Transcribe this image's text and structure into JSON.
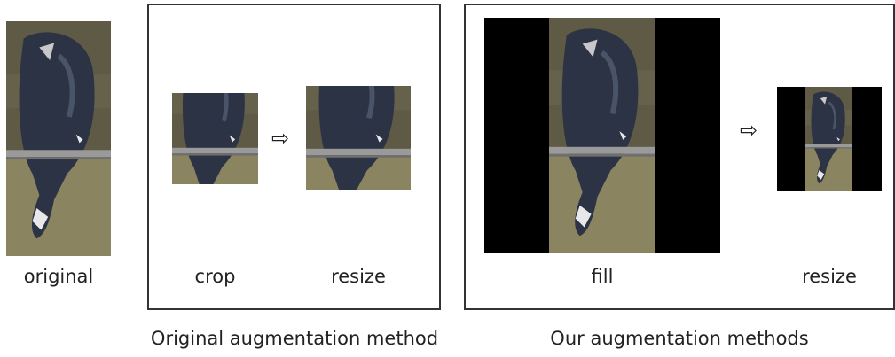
{
  "original": {
    "label": "original"
  },
  "panel_original": {
    "crop_label": "crop",
    "resize_label": "resize",
    "arrow": "⇨",
    "caption": "Original augmentation method"
  },
  "panel_ours": {
    "fill_label": "fill",
    "resize_label": "resize",
    "arrow": "⇨",
    "caption": "Our augmentation methods"
  },
  "colors": {
    "ground": "#8a8560",
    "wall": "#5f5a45",
    "cow": "#2c3344",
    "rail": "#9a9a9a",
    "white_patch": "#e8e8ea",
    "fill_black": "#000000"
  }
}
